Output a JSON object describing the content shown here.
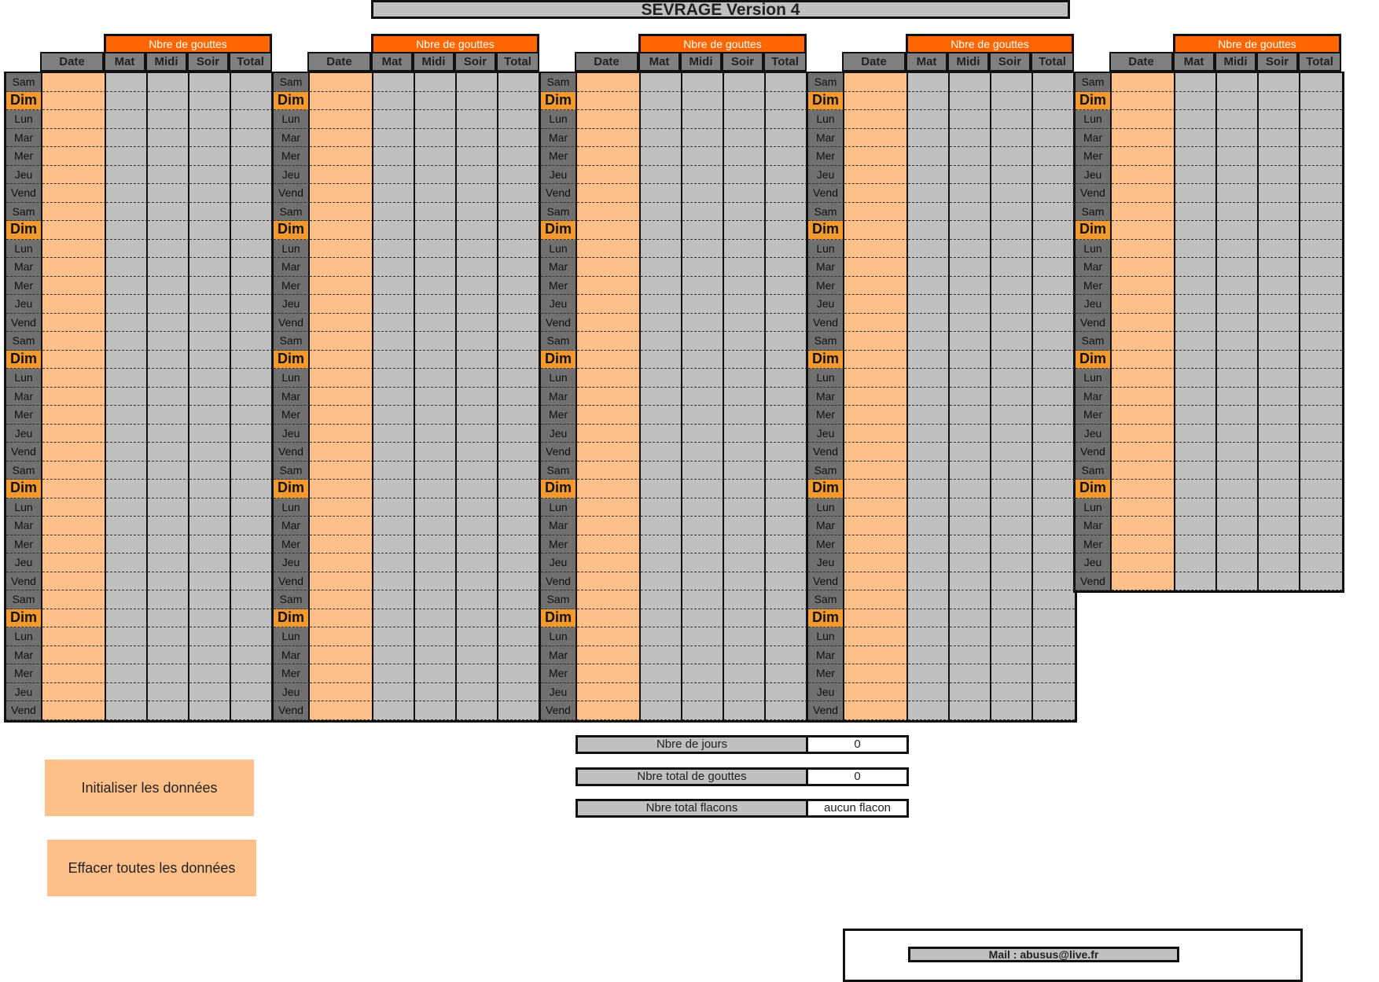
{
  "title": "SEVRAGE Version 4",
  "headers": {
    "gouttes": "Nbre de gouttes",
    "date": "Date",
    "mat": "Mat",
    "midi": "Midi",
    "soir": "Soir",
    "total": "Total"
  },
  "blocks": [
    {
      "days": [
        "Sam",
        "Dim",
        "Lun",
        "Mar",
        "Mer",
        "Jeu",
        "Vend",
        "Sam",
        "Dim",
        "Lun",
        "Mar",
        "Mer",
        "Jeu",
        "Vend",
        "Sam",
        "Dim",
        "Lun",
        "Mar",
        "Mer",
        "Jeu",
        "Vend",
        "Sam",
        "Dim",
        "Lun",
        "Mar",
        "Mer",
        "Jeu",
        "Vend",
        "Sam",
        "Dim",
        "Lun",
        "Mar",
        "Mer",
        "Jeu",
        "Vend"
      ]
    },
    {
      "days": [
        "Sam",
        "Dim",
        "Lun",
        "Mar",
        "Mer",
        "Jeu",
        "Vend",
        "Sam",
        "Dim",
        "Lun",
        "Mar",
        "Mer",
        "Jeu",
        "Vend",
        "Sam",
        "Dim",
        "Lun",
        "Mar",
        "Mer",
        "Jeu",
        "Vend",
        "Sam",
        "Dim",
        "Lun",
        "Mar",
        "Mer",
        "Jeu",
        "Vend",
        "Sam",
        "Dim",
        "Lun",
        "Mar",
        "Mer",
        "Jeu",
        "Vend"
      ]
    },
    {
      "days": [
        "Sam",
        "Dim",
        "Lun",
        "Mar",
        "Mer",
        "Jeu",
        "Vend",
        "Sam",
        "Dim",
        "Lun",
        "Mar",
        "Mer",
        "Jeu",
        "Vend",
        "Sam",
        "Dim",
        "Lun",
        "Mar",
        "Mer",
        "Jeu",
        "Vend",
        "Sam",
        "Dim",
        "Lun",
        "Mar",
        "Mer",
        "Jeu",
        "Vend",
        "Sam",
        "Dim",
        "Lun",
        "Mar",
        "Mer",
        "Jeu",
        "Vend"
      ]
    },
    {
      "days": [
        "Sam",
        "Dim",
        "Lun",
        "Mar",
        "Mer",
        "Jeu",
        "Vend",
        "Sam",
        "Dim",
        "Lun",
        "Mar",
        "Mer",
        "Jeu",
        "Vend",
        "Sam",
        "Dim",
        "Lun",
        "Mar",
        "Mer",
        "Jeu",
        "Vend",
        "Sam",
        "Dim",
        "Lun",
        "Mar",
        "Mer",
        "Jeu",
        "Vend",
        "Sam",
        "Dim",
        "Lun",
        "Mar",
        "Mer",
        "Jeu",
        "Vend"
      ]
    },
    {
      "days": [
        "Sam",
        "Dim",
        "Lun",
        "Mar",
        "Mer",
        "Jeu",
        "Vend",
        "Sam",
        "Dim",
        "Lun",
        "Mar",
        "Mer",
        "Jeu",
        "Vend",
        "Sam",
        "Dim",
        "Lun",
        "Mar",
        "Mer",
        "Jeu",
        "Vend",
        "Sam",
        "Dim",
        "Lun",
        "Mar",
        "Mer",
        "Jeu",
        "Vend"
      ]
    }
  ],
  "summary": {
    "nbre_jours_label": "Nbre de jours",
    "nbre_jours_value": "0",
    "total_gouttes_label": "Nbre total de gouttes",
    "total_gouttes_value": "0",
    "total_flacons_label": "Nbre total flacons",
    "total_flacons_value": "aucun flacon"
  },
  "buttons": {
    "init": "Initialiser les données",
    "clear": "Effacer toutes les données"
  },
  "mail": "Mail : abusus@live.fr",
  "colors": {
    "orange_header": "#ff6600",
    "date_fill": "#ffc08a",
    "dim_fill": "#f29a30",
    "grey_cell": "#c0c0c0",
    "day_col": "#707070"
  }
}
